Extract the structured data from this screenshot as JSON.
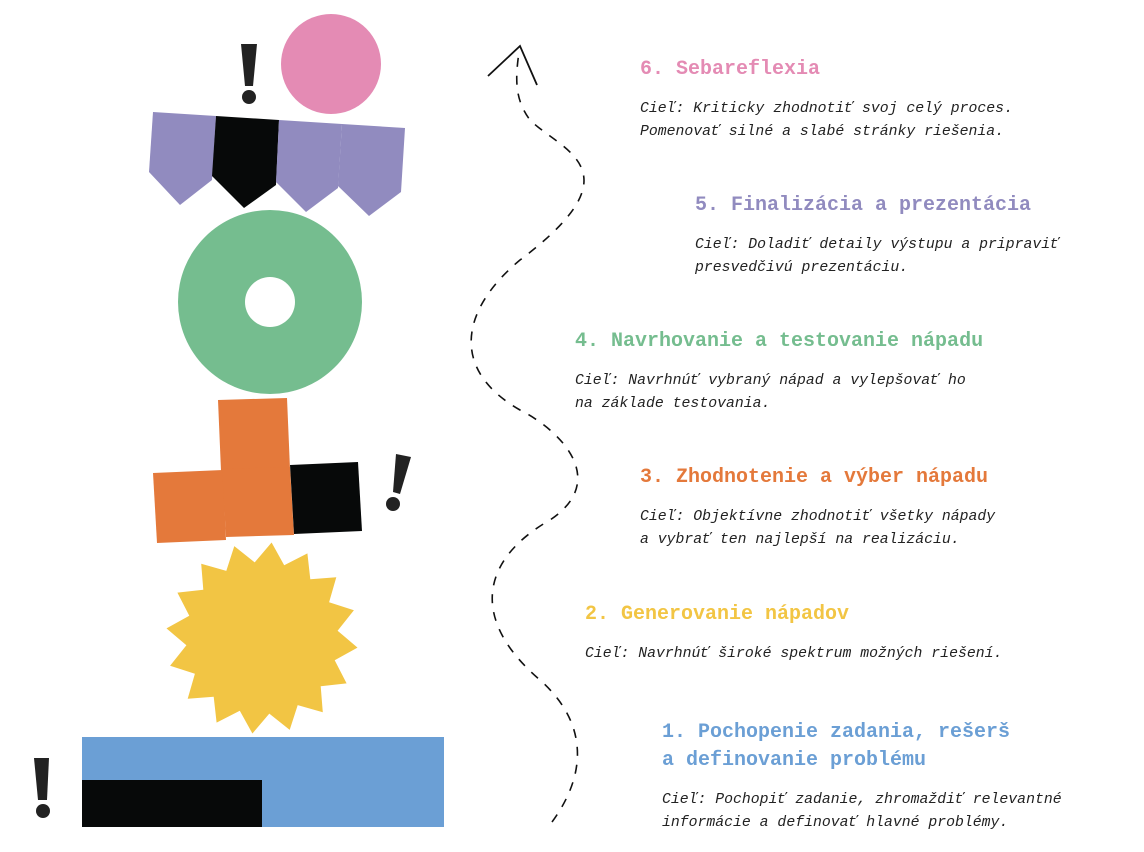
{
  "steps": [
    {
      "title": "6. Sebareflexia",
      "goal_lines": [
        "Cieľ: Kriticky zhodnotiť svoj celý proces.",
        "Pomenovať silné a slabé stránky riešenia."
      ],
      "color": "#e48bb4"
    },
    {
      "title": "5. Finalizácia a prezentácia",
      "goal_lines": [
        "Cieľ: Doladiť detaily výstupu a pripraviť",
        "presvedčivú prezentáciu."
      ],
      "color": "#918bbf"
    },
    {
      "title": "4. Navrhovanie a testovanie nápadu",
      "goal_lines": [
        "Cieľ: Navrhnúť vybraný nápad a vylepšovať ho",
        "na základe testovania."
      ],
      "color": "#75bd8f"
    },
    {
      "title": "3. Zhodnotenie a výber nápadu",
      "goal_lines": [
        "Cieľ: Objektívne zhodnotiť všetky nápady",
        "a vybrať ten najlepší na realizáciu."
      ],
      "color": "#e4793b"
    },
    {
      "title": "2. Generovanie nápadov",
      "goal_lines": [
        "Cieľ: Navrhnúť široké spektrum možných riešení."
      ],
      "color": "#f2c544"
    },
    {
      "title_lines": [
        "1. Pochopenie zadania, rešerš",
        "a definovanie problému"
      ],
      "goal_lines": [
        "Cieľ: Pochopiť zadanie, zhromaždiť relevantné",
        "informácie a definovať hlavné problémy."
      ],
      "color": "#6b9fd5"
    }
  ],
  "exclamation": "!"
}
